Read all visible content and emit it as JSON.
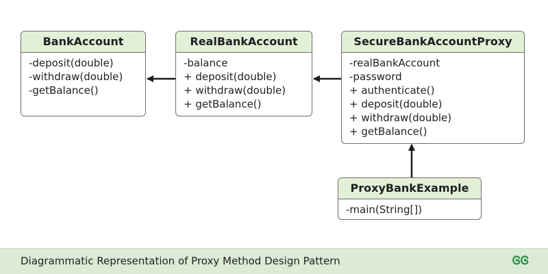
{
  "diagram": {
    "boxes": {
      "bank_account": {
        "title": "BankAccount",
        "members": [
          "-deposit(double)",
          "-withdraw(double)",
          "-getBalance()"
        ]
      },
      "real_bank_account": {
        "title": "RealBankAccount",
        "members": [
          "-balance",
          "+ deposit(double)",
          "+ withdraw(double)",
          "+ getBalance()"
        ]
      },
      "secure_proxy": {
        "title": "SecureBankAccountProxy",
        "members": [
          "-realBankAccount",
          "-password",
          "+ authenticate()",
          "+ deposit(double)",
          "+ withdraw(double)",
          "+ getBalance()"
        ]
      },
      "proxy_example": {
        "title": "ProxyBankExample",
        "members": [
          "-main(String[])"
        ]
      }
    }
  },
  "footer": {
    "caption": "Diagrammatic Representation of Proxy Method Design Pattern",
    "logo": "ᎶᎶ"
  },
  "colors": {
    "header_fill": "#e3f0d8",
    "border": "#6d6d6d",
    "arrow": "#1a1a1a",
    "footer_bg": "#dcebd6",
    "logo_green": "#2f8d46"
  }
}
